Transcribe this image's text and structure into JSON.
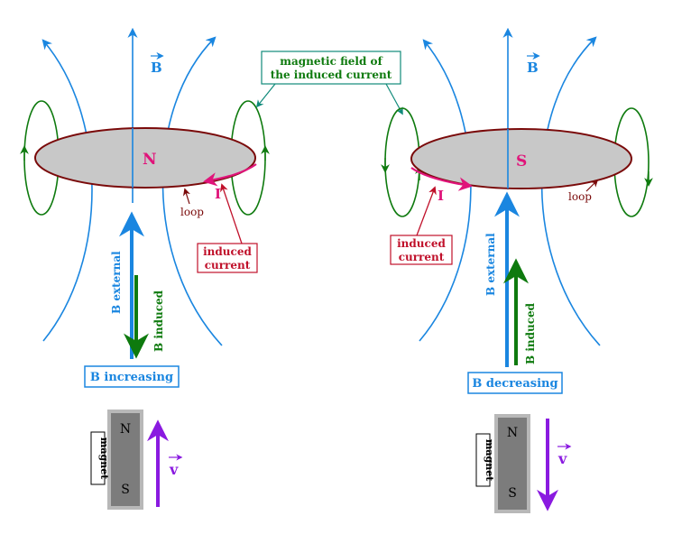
{
  "labels": {
    "field_of_induced_line1": "magnetic field of",
    "field_of_induced_line2": "the induced current",
    "b": "B",
    "pole_n": "N",
    "pole_s": "S",
    "current_i": "I",
    "loop": "loop",
    "induced_current_line1": "induced",
    "induced_current_line2": "current",
    "b_external": "B external",
    "b_induced": "B induced",
    "b_increasing": "B increasing",
    "b_decreasing": "B decreasing",
    "magnet": "magnet",
    "velocity": "v"
  },
  "colors": {
    "field_blue": "#1a86e0",
    "induced_green": "#0e7a0e",
    "current_magenta": "#e0147a",
    "loop_brown": "#7a0a0a",
    "label_red": "#c0102a",
    "velocity_purple": "#8a1ae0",
    "loop_fill": "#c8c8c8",
    "magnet_fill": "#7c7c7c",
    "magnet_border": "#b8b8b8"
  }
}
